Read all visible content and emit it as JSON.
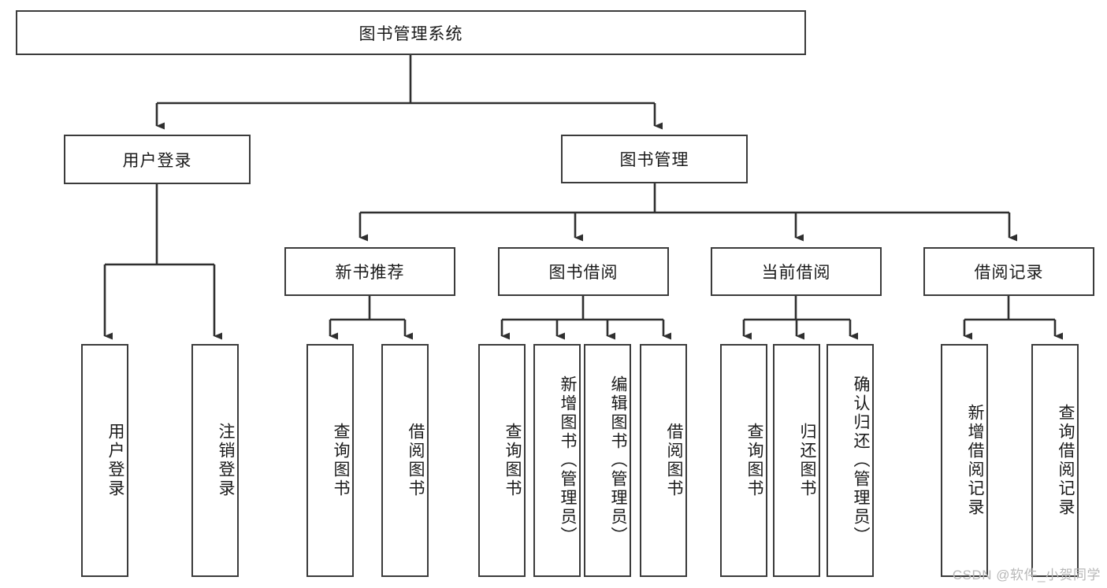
{
  "diagram": {
    "type": "tree-hierarchy",
    "title": "图书管理系统",
    "watermark": "CSDN @软件_小贺同学",
    "colors": {
      "border": "#3b3b3b",
      "background": "#ffffff",
      "text": "#1a1a1a",
      "watermark": "#b8b8b8"
    },
    "levels": [
      {
        "level": 1,
        "nodes": [
          {
            "id": "root",
            "label": "图书管理系统",
            "orientation": "horizontal"
          }
        ]
      },
      {
        "level": 2,
        "nodes": [
          {
            "id": "login",
            "label": "用户登录",
            "orientation": "horizontal",
            "parent": "root"
          },
          {
            "id": "bookmgmt",
            "label": "图书管理",
            "orientation": "horizontal",
            "parent": "root"
          }
        ]
      },
      {
        "level": 3,
        "nodes": [
          {
            "id": "newbook",
            "label": "新书推荐",
            "orientation": "horizontal",
            "parent": "bookmgmt"
          },
          {
            "id": "borrow",
            "label": "图书借阅",
            "orientation": "horizontal",
            "parent": "bookmgmt"
          },
          {
            "id": "current",
            "label": "当前借阅",
            "orientation": "horizontal",
            "parent": "bookmgmt"
          },
          {
            "id": "records",
            "label": "借阅记录",
            "orientation": "horizontal",
            "parent": "bookmgmt"
          }
        ]
      },
      {
        "level": 4,
        "nodes": [
          {
            "id": "leaf1",
            "label": "用户登录",
            "orientation": "vertical",
            "parent": "login"
          },
          {
            "id": "leaf2",
            "label": "注销登录",
            "orientation": "vertical",
            "parent": "login"
          },
          {
            "id": "leaf3",
            "label": "查询图书",
            "orientation": "vertical",
            "parent": "newbook"
          },
          {
            "id": "leaf4",
            "label": "借阅图书",
            "orientation": "vertical",
            "parent": "newbook"
          },
          {
            "id": "leaf5",
            "label": "查询图书",
            "orientation": "vertical",
            "parent": "borrow"
          },
          {
            "id": "leaf6",
            "label": "新增图书（管理员）",
            "orientation": "vertical",
            "parent": "borrow"
          },
          {
            "id": "leaf7",
            "label": "编辑图书（管理员）",
            "orientation": "vertical",
            "parent": "borrow"
          },
          {
            "id": "leaf8",
            "label": "借阅图书",
            "orientation": "vertical",
            "parent": "borrow"
          },
          {
            "id": "leaf9",
            "label": "查询图书",
            "orientation": "vertical",
            "parent": "current"
          },
          {
            "id": "leaf10",
            "label": "归还图书",
            "orientation": "vertical",
            "parent": "current"
          },
          {
            "id": "leaf11",
            "label": "确认归还（管理员）",
            "orientation": "vertical",
            "parent": "current"
          },
          {
            "id": "leaf12",
            "label": "新增借阅记录",
            "orientation": "vertical",
            "parent": "records"
          },
          {
            "id": "leaf13",
            "label": "查询借阅记录",
            "orientation": "vertical",
            "parent": "records"
          }
        ]
      }
    ]
  }
}
